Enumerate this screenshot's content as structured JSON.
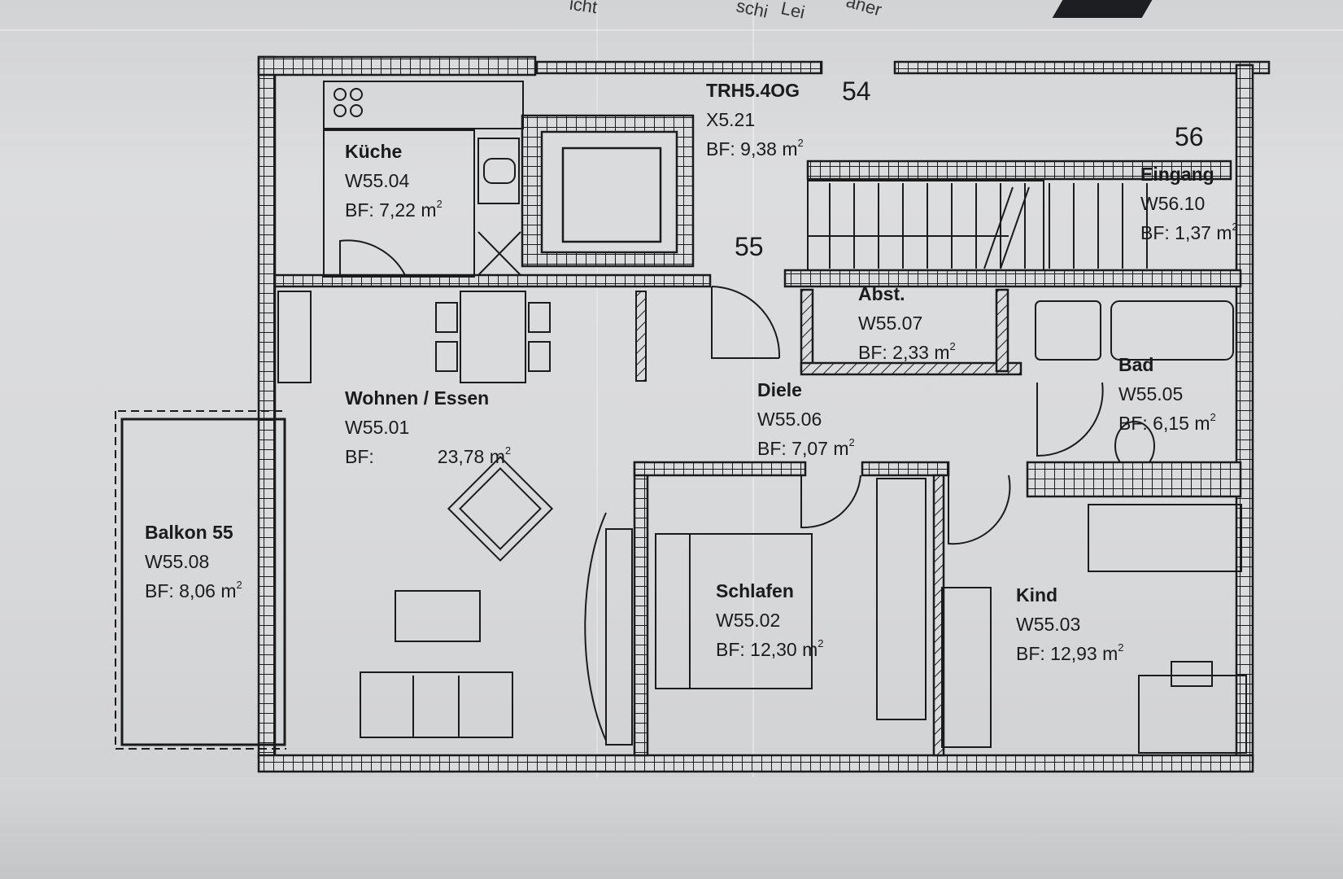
{
  "header_fragments": [
    "icht",
    "schi",
    "Lei",
    "aner"
  ],
  "plan": {
    "unit_markers": [
      {
        "id": "54",
        "label": "54"
      },
      {
        "id": "55",
        "label": "55"
      },
      {
        "id": "56",
        "label": "56"
      }
    ],
    "stair_core": {
      "name": "TRH5.4OG",
      "code": "X5.21",
      "area_label": "BF: 9,38 m",
      "area": "9,38"
    },
    "rooms": [
      {
        "name": "Küche",
        "code": "W55.04",
        "area_label": "BF: 7,22 m",
        "area": "7,22"
      },
      {
        "name": "Wohnen / Essen",
        "code": "W55.01",
        "area_prefix": "BF:",
        "area_value": "23,78 m",
        "area": "23,78"
      },
      {
        "name": "Balkon 55",
        "code": "W55.08",
        "area_label": "BF: 8,06 m",
        "area": "8,06"
      },
      {
        "name": "Abst.",
        "code": "W55.07",
        "area_label": "BF: 2,33 m",
        "area": "2,33"
      },
      {
        "name": "Diele",
        "code": "W55.06",
        "area_label": "BF: 7,07 m",
        "area": "7,07"
      },
      {
        "name": "Bad",
        "code": "W55.05",
        "area_label": "BF: 6,15 m",
        "area": "6,15"
      },
      {
        "name": "Eingang",
        "code": "W56.10",
        "area_label": "BF: 1,37 m",
        "area": "1,37"
      },
      {
        "name": "Schlafen",
        "code": "W55.02",
        "area_label": "BF: 12,30 m",
        "area": "12,30"
      },
      {
        "name": "Kind",
        "code": "W55.03",
        "area_label": "BF: 12,93 m",
        "area": "12,93"
      }
    ],
    "unit_superscript": "2"
  },
  "colors": {
    "paper": "#d6d7d9",
    "ink": "#1b1b1b"
  }
}
